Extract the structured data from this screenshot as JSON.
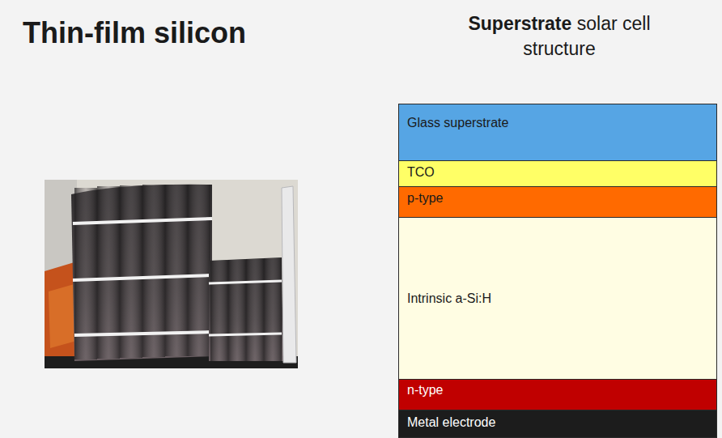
{
  "diagram": {
    "title": "Thin-film silicon",
    "nodes": [
      {
        "text": [
          "Glass superstrate"
        ]
      },
      {
        "text": [
          "TCO"
        ]
      },
      {
        "text": [
          "p-type"
        ]
      },
      {
        "text": [
          "Intrinsic a-Si:H"
        ]
      },
      {
        "text": [
          "n-type"
        ]
      },
      {
        "text": [
          "Metal electrode"
        ]
      }
    ],
    "labels": [
      "Superstrate",
      "solar cell structure"
    ]
  }
}
